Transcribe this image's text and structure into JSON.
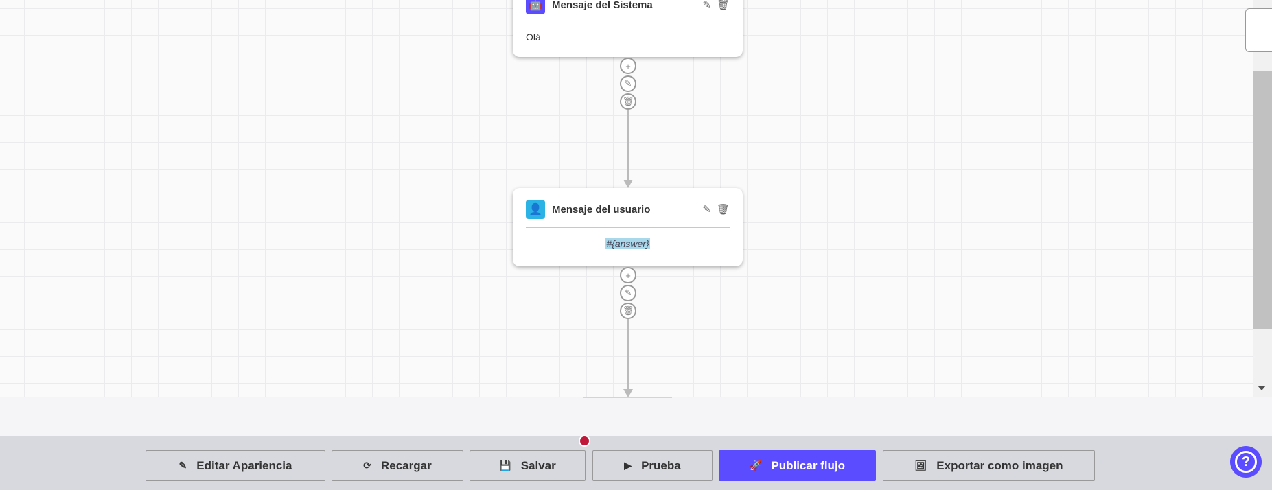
{
  "nodes": [
    {
      "type": "system",
      "title": "Mensaje del Sistema",
      "content": "Olá",
      "icon": "robot-icon",
      "color": "#5b4cff"
    },
    {
      "type": "user",
      "title": "Mensaje del usuario",
      "content": "#{answer}",
      "icon": "user-icon",
      "color": "#2bb3e6"
    }
  ],
  "toolbar": {
    "edit_appearance": "Editar Apariencia",
    "reload": "Recargar",
    "save": "Salvar",
    "test": "Prueba",
    "publish": "Publicar flujo",
    "export": "Exportar como imagen",
    "help": "?"
  },
  "colors": {
    "accent": "#5b4cff",
    "unsaved_dot": "#c0183a"
  }
}
